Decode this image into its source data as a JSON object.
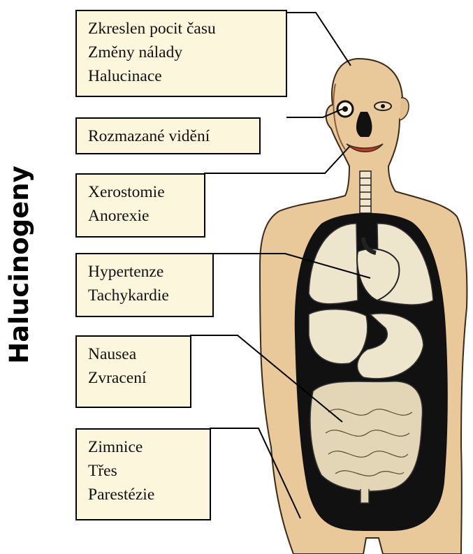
{
  "title": "Halucinogeny",
  "boxes": [
    {
      "id": "psyche",
      "lines": [
        "Zkreslen pocit času",
        "Změny nálady",
        "Halucinace"
      ]
    },
    {
      "id": "eyes",
      "lines": [
        "Rozmazané vidění"
      ]
    },
    {
      "id": "mouth",
      "lines": [
        "Xerostomie",
        "Anorexie"
      ]
    },
    {
      "id": "heart",
      "lines": [
        "Hypertenze",
        "Tachykardie"
      ]
    },
    {
      "id": "stomach",
      "lines": [
        "Nausea",
        "Zvracení"
      ]
    },
    {
      "id": "body",
      "lines": [
        "Zimnice",
        "Třes",
        "Parestézie"
      ]
    }
  ],
  "colors": {
    "skin": "#e9c99a",
    "box_fill": "#fcf6dd",
    "organ_fill": "#ede6cd",
    "cavity": "#111111"
  }
}
